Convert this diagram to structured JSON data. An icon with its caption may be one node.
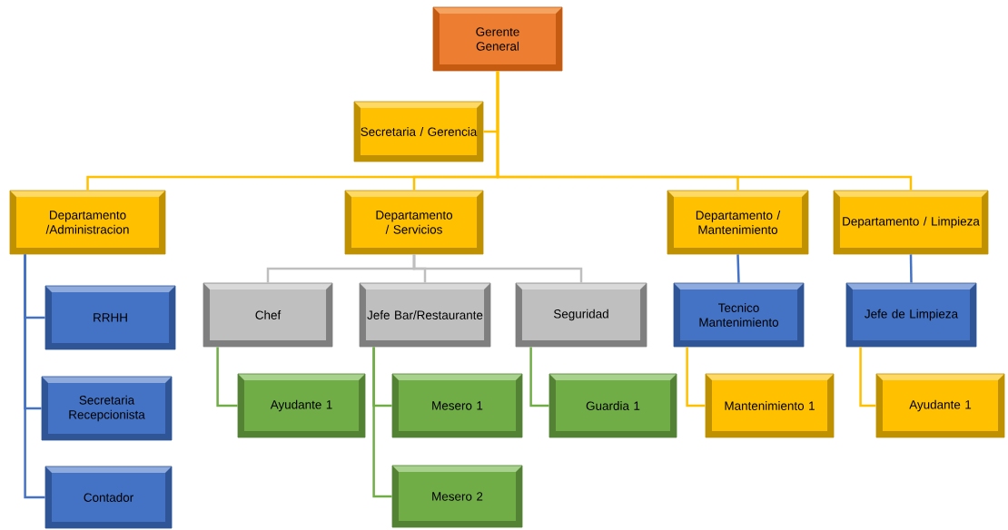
{
  "diagram": {
    "nodes": [
      {
        "text": [
          "Gerente General"
        ]
      },
      {
        "text": [
          "Secretaria / Gerencia"
        ]
      },
      {
        "text": [
          "Departamento /Administracion"
        ]
      },
      {
        "text": [
          "Departamento / Servicios"
        ]
      },
      {
        "text": [
          "Departamento / Mantenimiento"
        ]
      },
      {
        "text": [
          "Departamento / Limpieza"
        ]
      },
      {
        "text": [
          "RRHH"
        ]
      },
      {
        "text": [
          "Secretaria Recepcionista"
        ]
      },
      {
        "text": [
          "Contador"
        ]
      },
      {
        "text": [
          "Chef"
        ]
      },
      {
        "text": [
          "Jefe Bar/Restaurante"
        ]
      },
      {
        "text": [
          "Seguridad"
        ]
      },
      {
        "text": [
          "Tecnico Mantenimiento"
        ]
      },
      {
        "text": [
          "Jefe de Limpieza"
        ]
      },
      {
        "text": [
          "Ayudante 1"
        ]
      },
      {
        "text": [
          "Mesero 1"
        ]
      },
      {
        "text": [
          "Guardia 1"
        ]
      },
      {
        "text": [
          "Mantenimiento 1"
        ]
      },
      {
        "text": [
          "Ayudante 1"
        ]
      },
      {
        "text": [
          "Mesero 2"
        ]
      }
    ],
    "edges": [
      {
        "from": 0,
        "to": 1,
        "arrow": "none"
      },
      {
        "from": 0,
        "to": 2,
        "arrow": "none"
      },
      {
        "from": 0,
        "to": 3,
        "arrow": "none"
      },
      {
        "from": 0,
        "to": 4,
        "arrow": "none"
      },
      {
        "from": 0,
        "to": 5,
        "arrow": "none"
      },
      {
        "from": 2,
        "to": 6,
        "arrow": "none",
        "color": "#4472c4"
      },
      {
        "from": 2,
        "to": 7,
        "arrow": "none",
        "color": "#4472c4"
      },
      {
        "from": 2,
        "to": 8,
        "arrow": "none",
        "color": "#4472c4"
      },
      {
        "from": 3,
        "to": 9,
        "arrow": "none",
        "color": "#bfbfbf"
      },
      {
        "from": 3,
        "to": 10,
        "arrow": "none",
        "color": "#bfbfbf"
      },
      {
        "from": 3,
        "to": 11,
        "arrow": "none",
        "color": "#bfbfbf"
      },
      {
        "from": 4,
        "to": 12,
        "arrow": "none",
        "color": "#4472c4"
      },
      {
        "from": 5,
        "to": 13,
        "arrow": "none",
        "color": "#4472c4"
      },
      {
        "from": 9,
        "to": 14,
        "arrow": "none",
        "color": "#70ad47"
      },
      {
        "from": 10,
        "to": 15,
        "arrow": "none",
        "color": "#70ad47"
      },
      {
        "from": 10,
        "to": 19,
        "arrow": "none",
        "color": "#70ad47"
      },
      {
        "from": 11,
        "to": 16,
        "arrow": "none",
        "color": "#70ad47"
      },
      {
        "from": 12,
        "to": 17,
        "arrow": "none"
      },
      {
        "from": 13,
        "to": 18,
        "arrow": "none"
      }
    ]
  }
}
